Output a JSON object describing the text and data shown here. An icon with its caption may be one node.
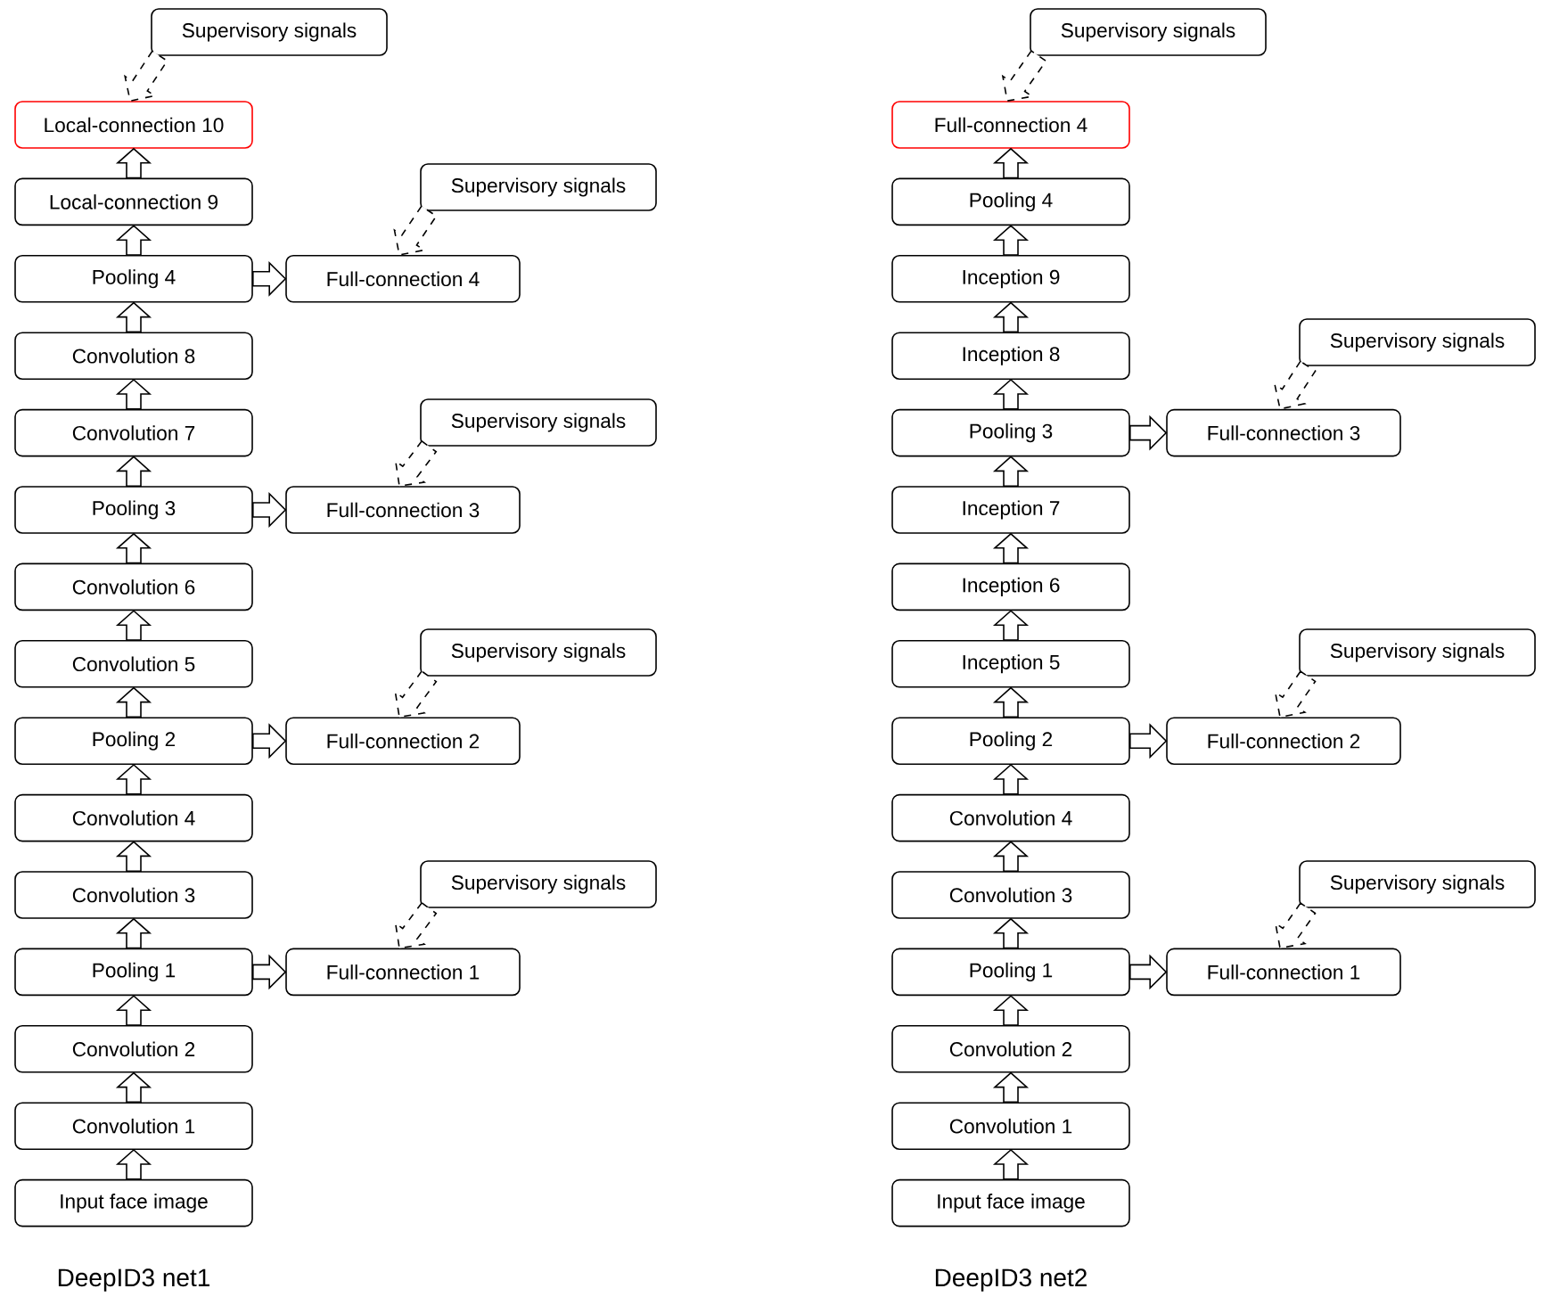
{
  "diagram": {
    "nodes": [
      {
        "text": [
          "Supervisory signals"
        ]
      },
      {
        "text": [
          "Local-connection 10"
        ]
      },
      {
        "text": [
          "Supervisory signals"
        ]
      },
      {
        "text": [
          "Local-connection 9"
        ]
      },
      {
        "text": [
          "Pooling 4"
        ]
      },
      {
        "text": [
          "Full-connection 4"
        ]
      },
      {
        "text": [
          "Convolution 8"
        ]
      },
      {
        "text": [
          "Supervisory signals"
        ]
      },
      {
        "text": [
          "Convolution 7"
        ]
      },
      {
        "text": [
          "Pooling 3"
        ]
      },
      {
        "text": [
          "Full-connection 3"
        ]
      },
      {
        "text": [
          "Convolution 6"
        ]
      },
      {
        "text": [
          "Supervisory signals"
        ]
      },
      {
        "text": [
          "Convolution 5"
        ]
      },
      {
        "text": [
          "Pooling 2"
        ]
      },
      {
        "text": [
          "Full-connection 2"
        ]
      },
      {
        "text": [
          "Convolution 4"
        ]
      },
      {
        "text": [
          "Supervisory signals"
        ]
      },
      {
        "text": [
          "Convolution 3"
        ]
      },
      {
        "text": [
          "Pooling 1"
        ]
      },
      {
        "text": [
          "Full-connection 1"
        ]
      },
      {
        "text": [
          "Convolution 2"
        ]
      },
      {
        "text": [
          "Convolution 1"
        ]
      },
      {
        "text": [
          "Input face image"
        ]
      },
      {
        "text": [
          "Supervisory signals"
        ]
      },
      {
        "text": [
          "Full-connection 4"
        ]
      },
      {
        "text": [
          "Pooling 4"
        ]
      },
      {
        "text": [
          "Inception 9"
        ]
      },
      {
        "text": [
          "Supervisory signals"
        ]
      },
      {
        "text": [
          "Inception 8"
        ]
      },
      {
        "text": [
          "Pooling 3"
        ]
      },
      {
        "text": [
          "Full-connection 3"
        ]
      },
      {
        "text": [
          "Inception 7"
        ]
      },
      {
        "text": [
          "Inception 6"
        ]
      },
      {
        "text": [
          "Supervisory signals"
        ]
      },
      {
        "text": [
          "Inception 5"
        ]
      },
      {
        "text": [
          "Pooling 2"
        ]
      },
      {
        "text": [
          "Full-connection 2"
        ]
      },
      {
        "text": [
          "Convolution 4"
        ]
      },
      {
        "text": [
          "Supervisory signals"
        ]
      },
      {
        "text": [
          "Convolution 3"
        ]
      },
      {
        "text": [
          "Pooling 1"
        ]
      },
      {
        "text": [
          "Full-connection 1"
        ]
      },
      {
        "text": [
          "Convolution 2"
        ]
      },
      {
        "text": [
          "Convolution 1"
        ]
      },
      {
        "text": [
          "Input face image"
        ]
      }
    ],
    "edges": [
      {
        "from": 23,
        "to": 22,
        "arrow": "to"
      },
      {
        "from": 22,
        "to": 21,
        "arrow": "to"
      },
      {
        "from": 21,
        "to": 19,
        "arrow": "to"
      },
      {
        "from": 19,
        "to": 18,
        "arrow": "to"
      },
      {
        "from": 18,
        "to": 16,
        "arrow": "to"
      },
      {
        "from": 16,
        "to": 14,
        "arrow": "to"
      },
      {
        "from": 14,
        "to": 13,
        "arrow": "to"
      },
      {
        "from": 13,
        "to": 11,
        "arrow": "to"
      },
      {
        "from": 11,
        "to": 9,
        "arrow": "to"
      },
      {
        "from": 9,
        "to": 8,
        "arrow": "to"
      },
      {
        "from": 8,
        "to": 6,
        "arrow": "to"
      },
      {
        "from": 6,
        "to": 4,
        "arrow": "to"
      },
      {
        "from": 4,
        "to": 3,
        "arrow": "to"
      },
      {
        "from": 3,
        "to": 1,
        "arrow": "to"
      },
      {
        "from": 19,
        "to": 20,
        "arrow": "to"
      },
      {
        "from": 14,
        "to": 15,
        "arrow": "to"
      },
      {
        "from": 9,
        "to": 10,
        "arrow": "to"
      },
      {
        "from": 4,
        "to": 5,
        "arrow": "to"
      },
      {
        "from": 17,
        "to": 20,
        "arrow": "to",
        "style": "dashed"
      },
      {
        "from": 12,
        "to": 15,
        "arrow": "to",
        "style": "dashed"
      },
      {
        "from": 7,
        "to": 10,
        "arrow": "to",
        "style": "dashed"
      },
      {
        "from": 2,
        "to": 5,
        "arrow": "to",
        "style": "dashed"
      },
      {
        "from": 0,
        "to": 1,
        "arrow": "to",
        "style": "dashed"
      },
      {
        "from": 45,
        "to": 44,
        "arrow": "to"
      },
      {
        "from": 44,
        "to": 43,
        "arrow": "to"
      },
      {
        "from": 43,
        "to": 41,
        "arrow": "to"
      },
      {
        "from": 41,
        "to": 40,
        "arrow": "to"
      },
      {
        "from": 40,
        "to": 38,
        "arrow": "to"
      },
      {
        "from": 38,
        "to": 36,
        "arrow": "to"
      },
      {
        "from": 36,
        "to": 35,
        "arrow": "to"
      },
      {
        "from": 35,
        "to": 33,
        "arrow": "to"
      },
      {
        "from": 33,
        "to": 32,
        "arrow": "to"
      },
      {
        "from": 32,
        "to": 30,
        "arrow": "to"
      },
      {
        "from": 30,
        "to": 29,
        "arrow": "to"
      },
      {
        "from": 29,
        "to": 27,
        "arrow": "to"
      },
      {
        "from": 27,
        "to": 26,
        "arrow": "to"
      },
      {
        "from": 26,
        "to": 25,
        "arrow": "to"
      },
      {
        "from": 41,
        "to": 42,
        "arrow": "to"
      },
      {
        "from": 36,
        "to": 37,
        "arrow": "to"
      },
      {
        "from": 30,
        "to": 31,
        "arrow": "to"
      },
      {
        "from": 39,
        "to": 42,
        "arrow": "to",
        "style": "dashed"
      },
      {
        "from": 34,
        "to": 37,
        "arrow": "to",
        "style": "dashed"
      },
      {
        "from": 28,
        "to": 31,
        "arrow": "to",
        "style": "dashed"
      },
      {
        "from": 24,
        "to": 25,
        "arrow": "to",
        "style": "dashed"
      }
    ],
    "labels": [
      "DeepID3 net1",
      "DeepID3 net2"
    ]
  }
}
